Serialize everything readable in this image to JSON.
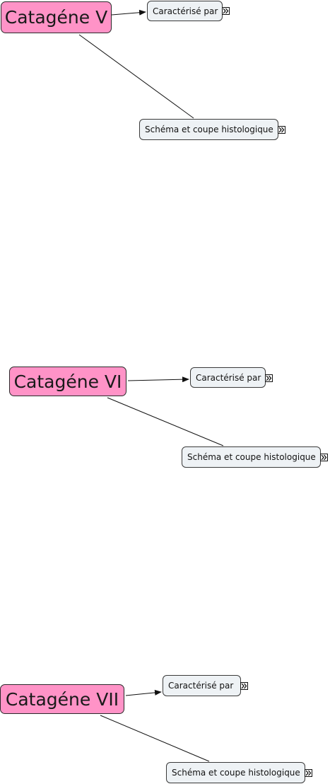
{
  "map": {
    "groups": [
      {
        "concept": "Catagéne V",
        "links": [
          {
            "label": "Caractérisé par",
            "icon": "expand-icon"
          },
          {
            "label": "Schéma et coupe histologique",
            "icon": "expand-icon"
          }
        ]
      },
      {
        "concept": "Catagéne VI",
        "links": [
          {
            "label": "Caractérisé par",
            "icon": "expand-icon"
          },
          {
            "label": "Schéma et coupe histologique",
            "icon": "expand-icon"
          }
        ]
      },
      {
        "concept": "Catagéne VII",
        "links": [
          {
            "label": "Caractérisé par",
            "icon": "expand-icon"
          },
          {
            "label": "Schéma et coupe histologique",
            "icon": "expand-icon"
          }
        ]
      }
    ]
  },
  "colors": {
    "concept_fill": "#ff93c7",
    "link_fill": "#eef2f5",
    "line": "#111111"
  }
}
